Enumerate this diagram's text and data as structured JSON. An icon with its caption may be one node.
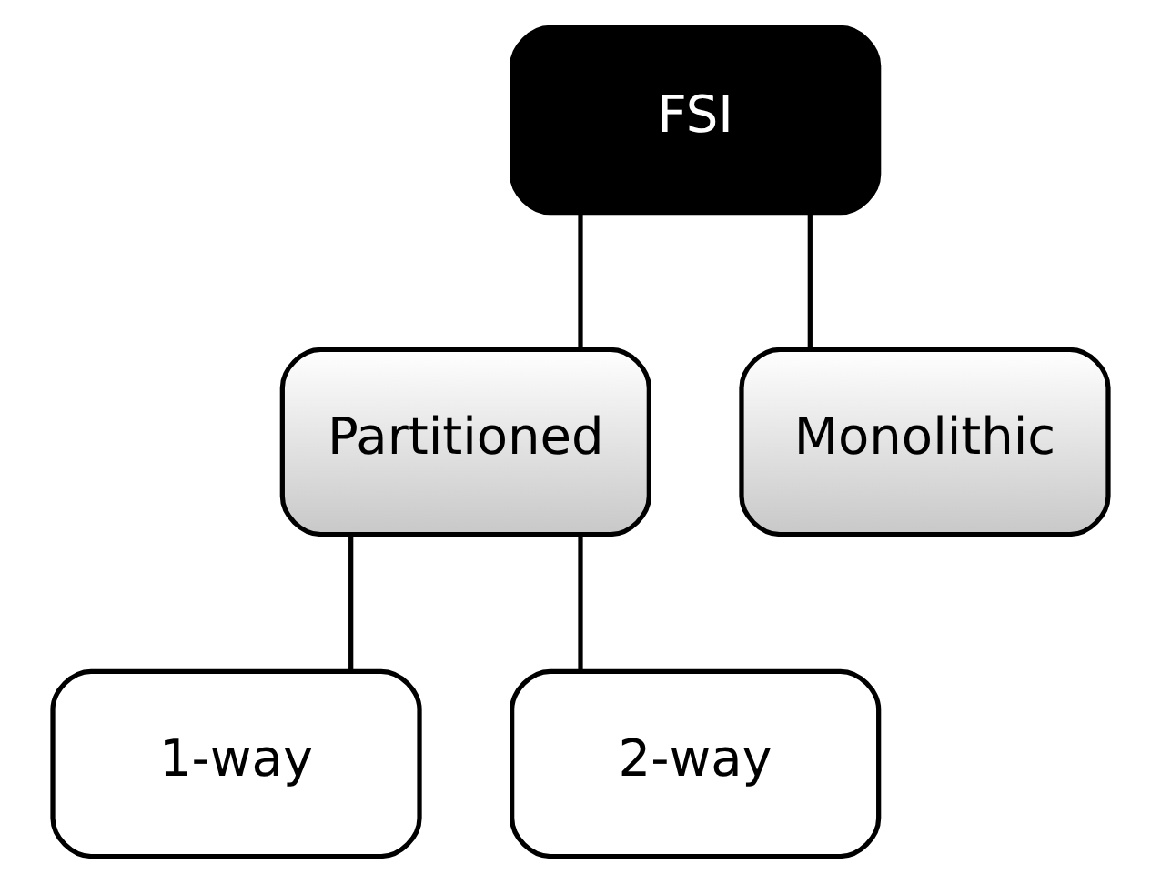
{
  "diagram": {
    "nodes": [
      {
        "text": [
          "FSI"
        ]
      },
      {
        "text": [
          "Partitioned"
        ]
      },
      {
        "text": [
          "Monolithic"
        ]
      },
      {
        "text": [
          "1-way"
        ]
      },
      {
        "text": [
          "2-way"
        ]
      }
    ],
    "edges": [
      {
        "from": 0,
        "to": 1,
        "arrow": "none"
      },
      {
        "from": 0,
        "to": 2,
        "arrow": "none"
      },
      {
        "from": 1,
        "to": 3,
        "arrow": "none"
      },
      {
        "from": 1,
        "to": 4,
        "arrow": "none"
      }
    ]
  }
}
